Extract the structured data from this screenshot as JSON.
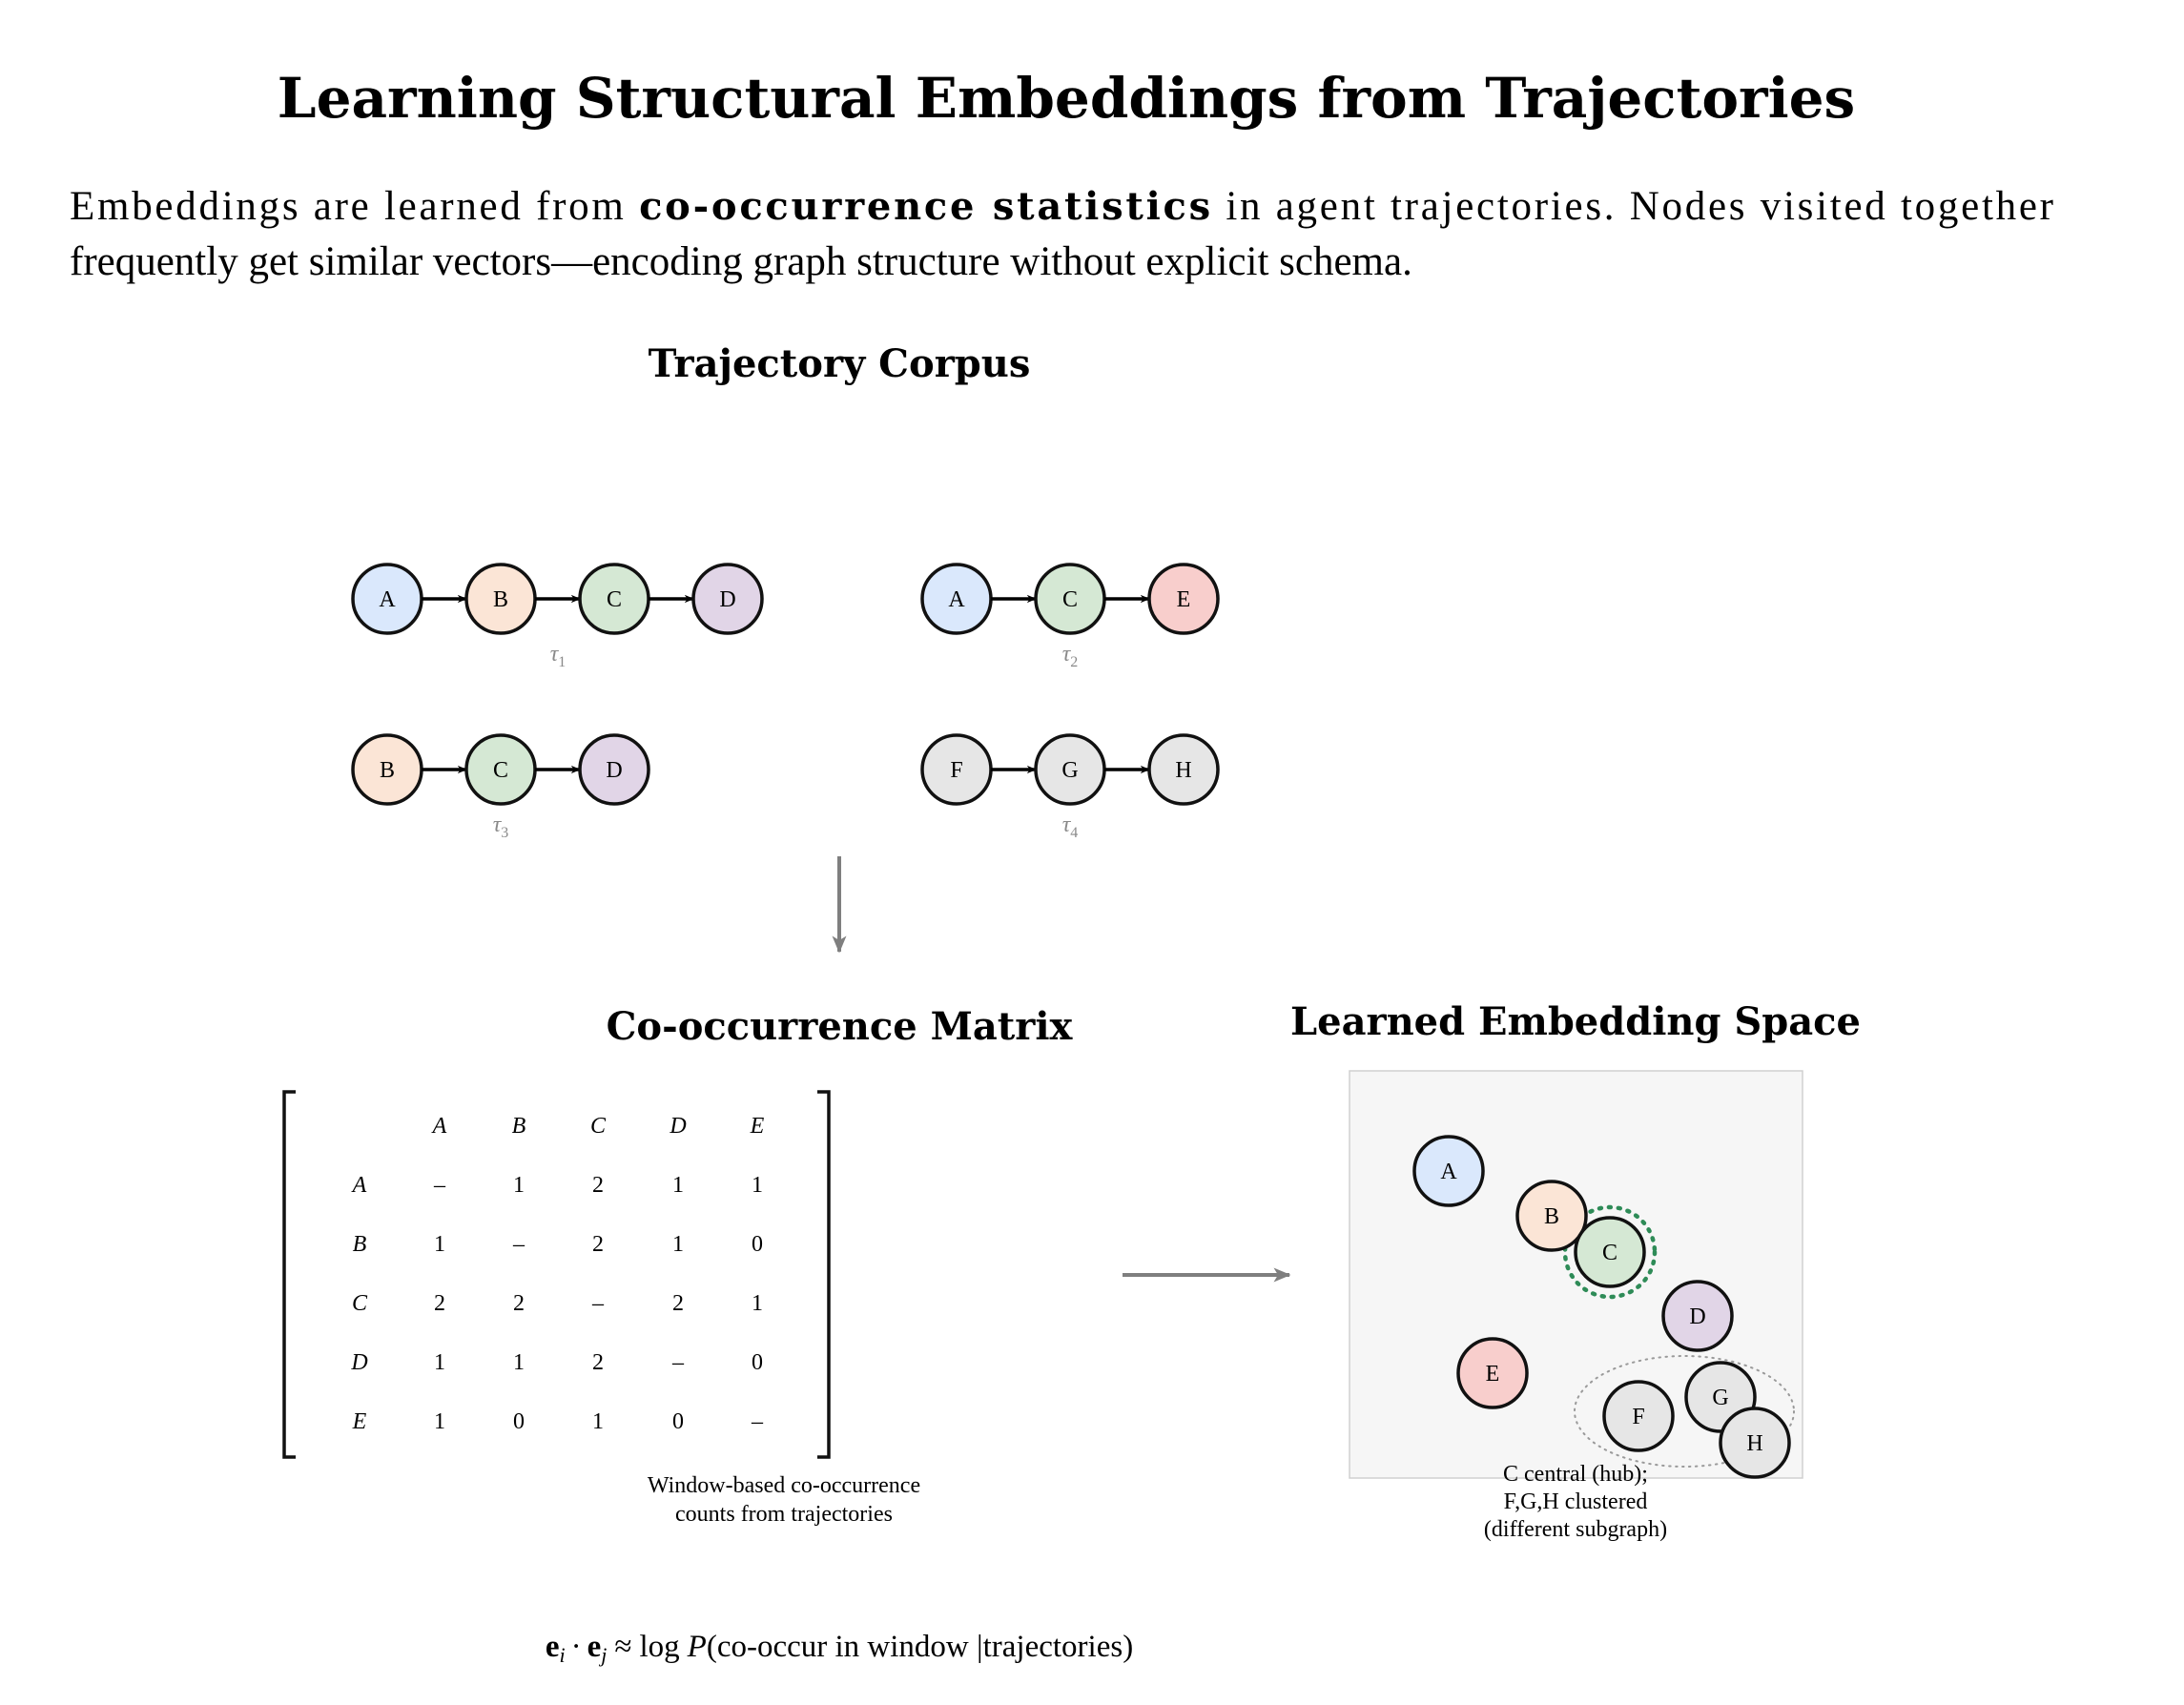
{
  "title": "Learning Structural Embeddings from Trajectories",
  "intro": {
    "line1_before": "Embeddings are learned from ",
    "line1_bold": "co-occurrence statistics",
    "line1_after": " in agent trajectories.  Nodes visited together",
    "line2": "frequently get similar vectors—encoding graph structure without explicit schema."
  },
  "colors": {
    "A": "#dae8fc",
    "B": "#fbe5d6",
    "C": "#d5e8d4",
    "D": "#e1d5e7",
    "E": "#f8cecc",
    "F": "#e6e6e6",
    "G": "#e6e6e6",
    "H": "#e6e6e6",
    "hub_ring": "#2e8b57",
    "arrow_gray": "#7f7f7f",
    "panel_bg": "#f6f6f6"
  },
  "corpus": {
    "heading": "Trajectory Corpus",
    "trajectories": [
      {
        "nodes": [
          "A",
          "B",
          "C",
          "D"
        ],
        "label_sym": "τ",
        "label_sub": "1"
      },
      {
        "nodes": [
          "A",
          "C",
          "E"
        ],
        "label_sym": "τ",
        "label_sub": "2"
      },
      {
        "nodes": [
          "B",
          "C",
          "D"
        ],
        "label_sym": "τ",
        "label_sub": "3"
      },
      {
        "nodes": [
          "F",
          "G",
          "H"
        ],
        "label_sym": "τ",
        "label_sub": "4"
      }
    ]
  },
  "matrix": {
    "heading": "Co-occurrence Matrix",
    "col_headers": [
      "A",
      "B",
      "C",
      "D",
      "E"
    ],
    "rows": [
      {
        "label": "A",
        "cells": [
          "–",
          "1",
          "2",
          "1",
          "1"
        ]
      },
      {
        "label": "B",
        "cells": [
          "1",
          "–",
          "2",
          "1",
          "0"
        ]
      },
      {
        "label": "C",
        "cells": [
          "2",
          "2",
          "–",
          "2",
          "1"
        ]
      },
      {
        "label": "D",
        "cells": [
          "1",
          "1",
          "2",
          "–",
          "0"
        ]
      },
      {
        "label": "E",
        "cells": [
          "1",
          "0",
          "1",
          "0",
          "–"
        ]
      }
    ],
    "caption_line1": "Window-based co-occurrence",
    "caption_line2": "counts from trajectories"
  },
  "embedding": {
    "heading": "Learned Embedding Space",
    "nodes": [
      "A",
      "B",
      "C",
      "D",
      "E",
      "F",
      "G",
      "H"
    ],
    "caption_line1": "C central (hub);",
    "caption_line2": "F,G,H clustered",
    "caption_line3": "(different subgraph)"
  },
  "formula": {
    "e": "e",
    "i": "i",
    "j": "j",
    "dot": "·",
    "approx": "≈",
    "log": "log",
    "P": "P",
    "paren_open": "(co-occur in window |trajectories)"
  }
}
